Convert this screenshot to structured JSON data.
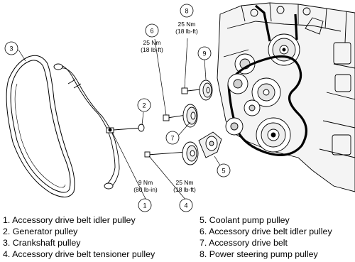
{
  "callouts": {
    "c1": "1",
    "c2": "2",
    "c3": "3",
    "c4": "4",
    "c5": "5",
    "c6": "6",
    "c7": "7",
    "c8": "8",
    "c9": "9"
  },
  "torques": {
    "t6": {
      "nm": "25 Nm",
      "lbft": "(18 lb-ft)"
    },
    "t8": {
      "nm": "25 Nm",
      "lbft": "(18 lb-ft)"
    },
    "t9": {
      "nm": "9 Nm",
      "lbin": "(80 lb-in)"
    },
    "t4": {
      "nm": "25 Nm",
      "lbft": "(18 lb-ft)"
    }
  },
  "legend": [
    "1. Accessory drive belt idler pulley",
    "2. Generator pulley",
    "3. Crankshaft pulley",
    "4. Accessory drive belt tensioner pulley",
    "5. Coolant pump pulley",
    "6. Accessory drive belt idler pulley",
    "7. Accessory drive belt",
    "8. Power steering pump pulley"
  ]
}
